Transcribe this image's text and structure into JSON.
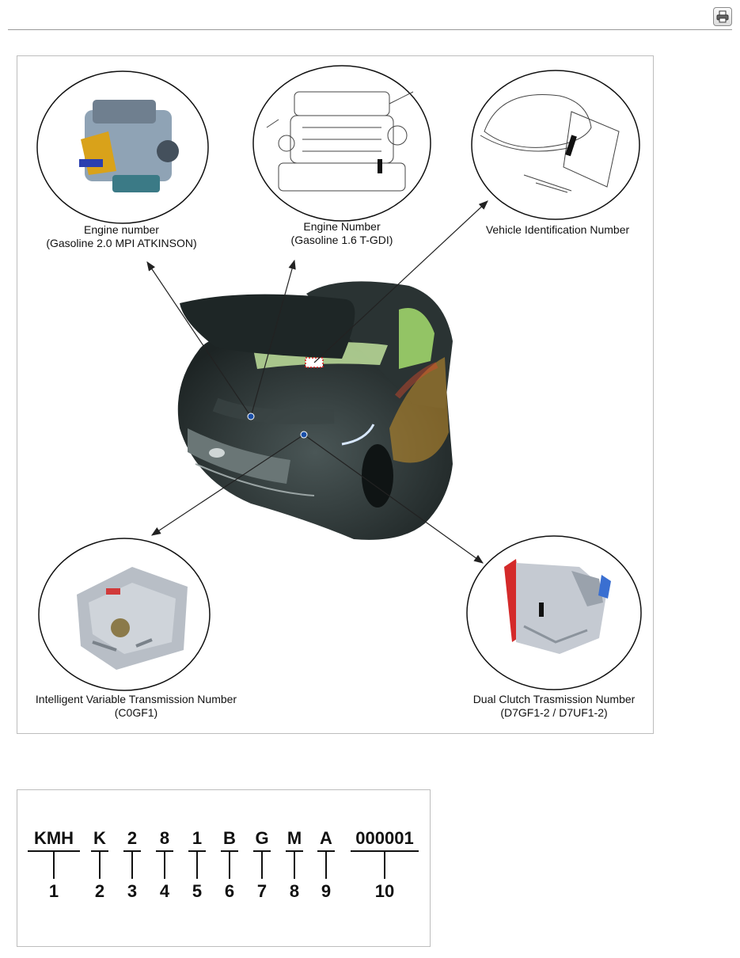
{
  "toolbar": {
    "print_icon": "printer-icon"
  },
  "figure": {
    "labels": {
      "engine_mpi": [
        "Engine number",
        "(Gasoline 2.0 MPI ATKINSON)"
      ],
      "engine_tgdi": [
        "Engine Number",
        "(Gasoline 1.6 T-GDI)"
      ],
      "vin": [
        "Vehicle Identification Number"
      ],
      "ivt": [
        "Intelligent Variable Transmission Number",
        "(C0GF1)"
      ],
      "dct": [
        "Dual Clutch Trasmission Number",
        "(D7GF1-2 / D7UF1-2)"
      ]
    },
    "colors": {
      "car_body": "#2f3a3a",
      "arrow": "#222222",
      "marker": "#1a4fa8",
      "highlight": "#d81818"
    }
  },
  "vin_code": {
    "segments": [
      {
        "code": "KMH",
        "number": "1"
      },
      {
        "code": "K",
        "number": "2"
      },
      {
        "code": "2",
        "number": "3"
      },
      {
        "code": "8",
        "number": "4"
      },
      {
        "code": "1",
        "number": "5"
      },
      {
        "code": "B",
        "number": "6"
      },
      {
        "code": "G",
        "number": "7"
      },
      {
        "code": "M",
        "number": "8"
      },
      {
        "code": "A",
        "number": "9"
      },
      {
        "code": "000001",
        "number": "10"
      }
    ]
  }
}
